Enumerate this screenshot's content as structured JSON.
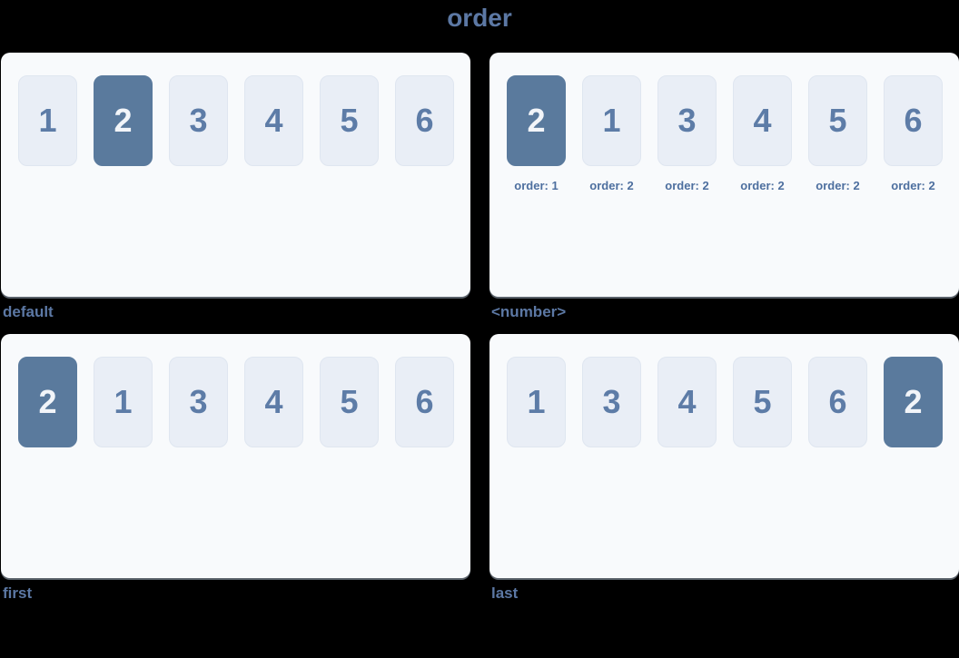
{
  "title": "order",
  "colors": {
    "background": "#000000",
    "panel_background": "#f8fafc",
    "box_background": "#e9eef6",
    "box_border": "#dfe6f0",
    "highlight_box": "#5a7a9d",
    "heading_text": "#5c78a4",
    "number_text": "#5d7ca7",
    "number_text_on_highlight": "#f2f5f9",
    "order_label_text": "#4d6f9f"
  },
  "panels": [
    {
      "caption": "default",
      "items": [
        {
          "value": "1",
          "highlighted": false
        },
        {
          "value": "2",
          "highlighted": true
        },
        {
          "value": "3",
          "highlighted": false
        },
        {
          "value": "4",
          "highlighted": false
        },
        {
          "value": "5",
          "highlighted": false
        },
        {
          "value": "6",
          "highlighted": false
        }
      ]
    },
    {
      "caption": "<number>",
      "items": [
        {
          "value": "2",
          "highlighted": true,
          "order_label": "order: 1"
        },
        {
          "value": "1",
          "highlighted": false,
          "order_label": "order: 2"
        },
        {
          "value": "3",
          "highlighted": false,
          "order_label": "order: 2"
        },
        {
          "value": "4",
          "highlighted": false,
          "order_label": "order: 2"
        },
        {
          "value": "5",
          "highlighted": false,
          "order_label": "order: 2"
        },
        {
          "value": "6",
          "highlighted": false,
          "order_label": "order: 2"
        }
      ]
    },
    {
      "caption": "first",
      "items": [
        {
          "value": "2",
          "highlighted": true
        },
        {
          "value": "1",
          "highlighted": false
        },
        {
          "value": "3",
          "highlighted": false
        },
        {
          "value": "4",
          "highlighted": false
        },
        {
          "value": "5",
          "highlighted": false
        },
        {
          "value": "6",
          "highlighted": false
        }
      ]
    },
    {
      "caption": "last",
      "items": [
        {
          "value": "1",
          "highlighted": false
        },
        {
          "value": "3",
          "highlighted": false
        },
        {
          "value": "4",
          "highlighted": false
        },
        {
          "value": "5",
          "highlighted": false
        },
        {
          "value": "6",
          "highlighted": false
        },
        {
          "value": "2",
          "highlighted": true
        }
      ]
    }
  ]
}
